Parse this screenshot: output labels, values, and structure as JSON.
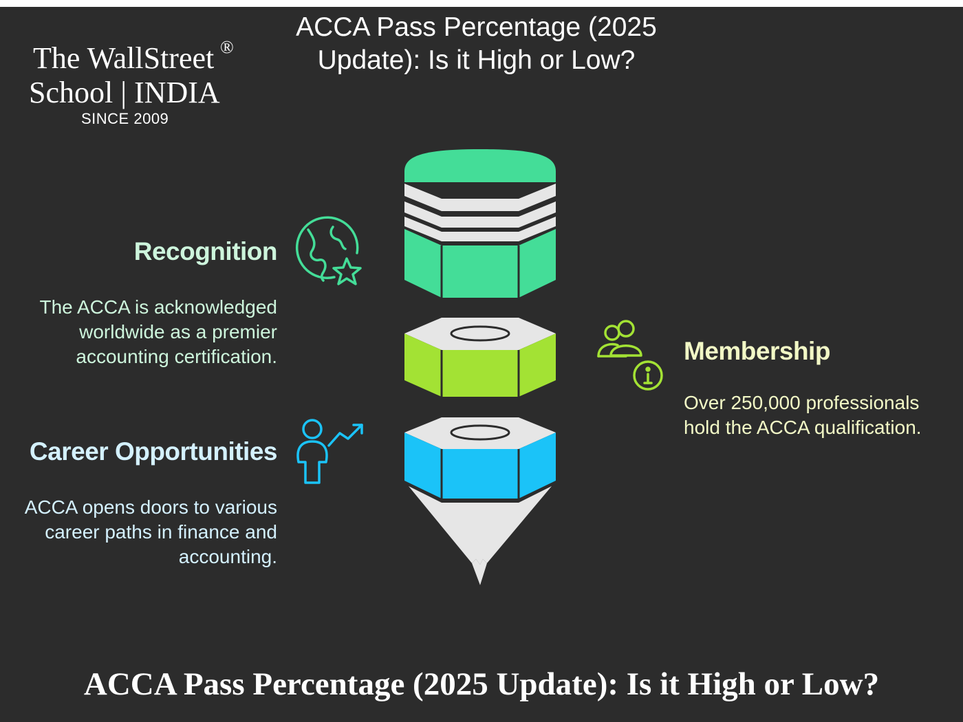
{
  "logo": {
    "line1": "The WallStreet",
    "reg_mark": "®",
    "line2": "School | INDIA",
    "since": "SINCE 2009"
  },
  "header": {
    "title": "ACCA Pass Percentage (2025 Update): Is it High or Low?"
  },
  "diagram": {
    "sections": [
      {
        "label": "Recognition",
        "description": "The ACCA is acknowledged worldwide as a premier accounting certification.",
        "icon": "globe-star-icon",
        "color": "#44dd98"
      },
      {
        "label": "Membership",
        "description": "Over 250,000 professionals hold the ACCA qualification.",
        "icon": "people-info-icon",
        "color": "#a3e234"
      },
      {
        "label": "Career Opportunities",
        "description": "ACCA opens doors to various career paths in finance and accounting.",
        "icon": "person-growth-icon",
        "color": "#1bc3f8"
      }
    ]
  },
  "footer": {
    "title": "ACCA Pass Percentage (2025 Update): Is it High or Low?"
  },
  "colors": {
    "background": "#2c2c2c",
    "green": "#44dd98",
    "lime": "#a3e234",
    "blue": "#1bc3f8",
    "light_gray": "#e6e6e6"
  }
}
